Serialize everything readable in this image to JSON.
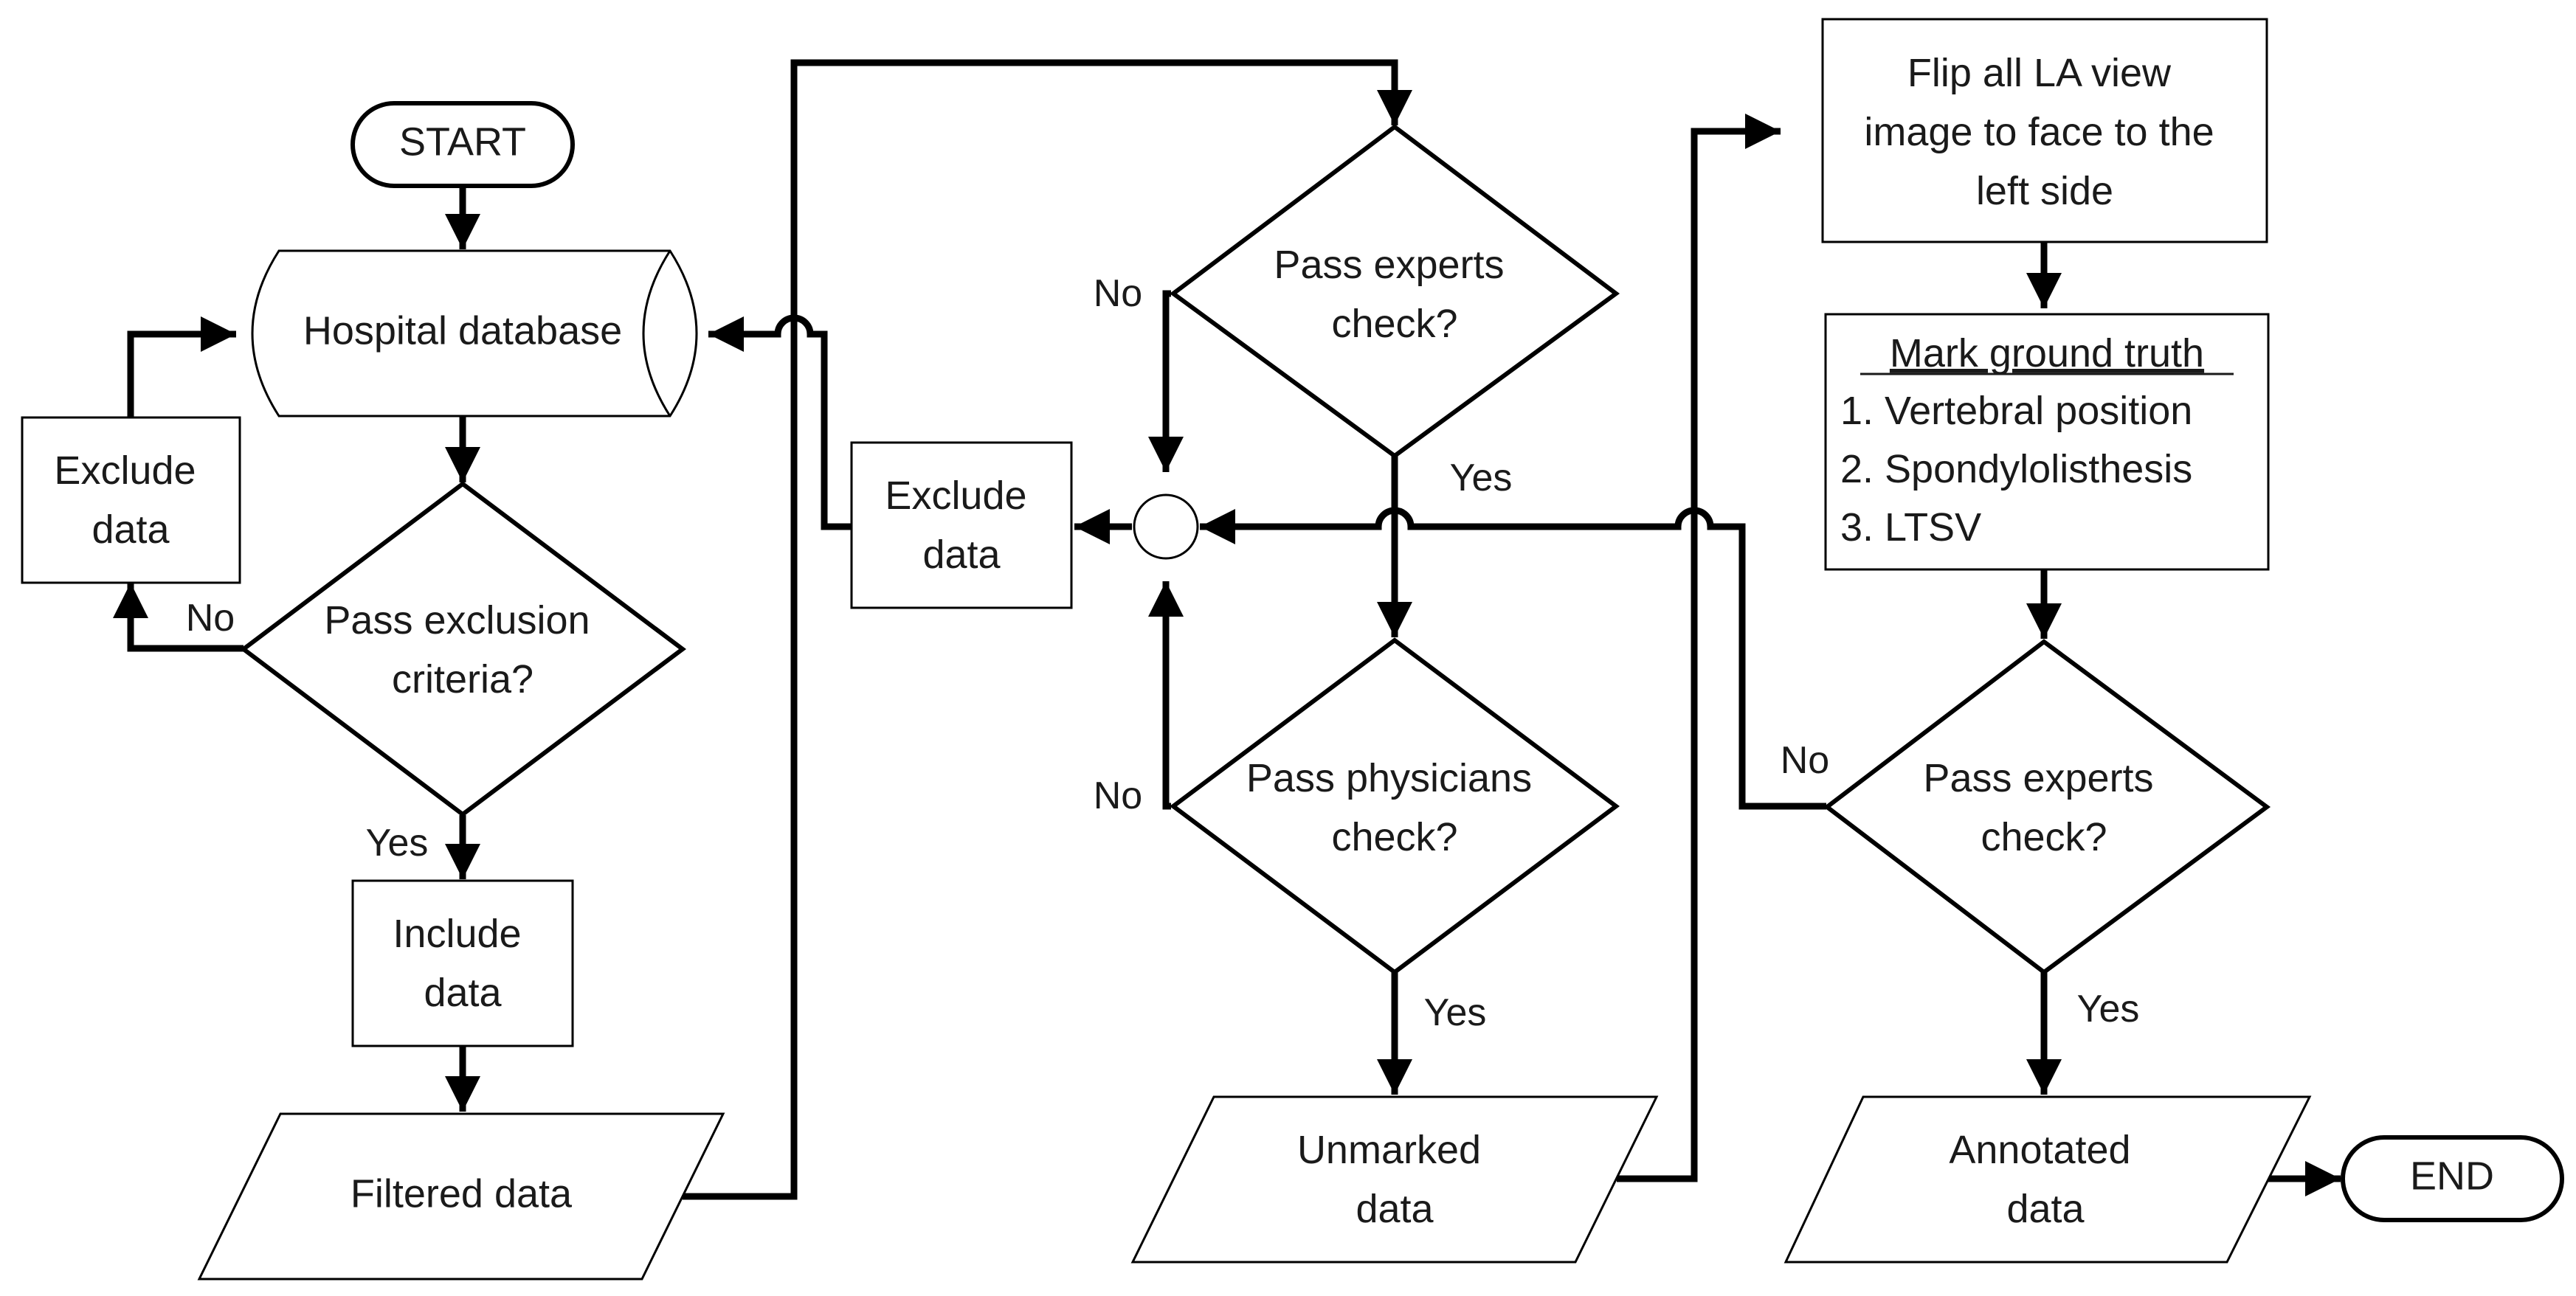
{
  "nodes": {
    "start": "START",
    "hospital_db": "Hospital database",
    "exclude_left": [
      "Exclude",
      "data"
    ],
    "exclusion_decision": [
      "Pass exclusion",
      "criteria?"
    ],
    "include": [
      "Include",
      "data"
    ],
    "filtered": "Filtered data",
    "experts_check_1": [
      "Pass experts",
      "check?"
    ],
    "exclude_middle": [
      "Exclude",
      "data"
    ],
    "physicians_check": [
      "Pass physicians",
      "check?"
    ],
    "unmarked": [
      "Unmarked",
      "data"
    ],
    "flip": [
      "Flip all LA view",
      "image to face to the",
      "left side"
    ],
    "mark_title": "Mark ground truth",
    "mark_items": [
      "1. Vertebral position",
      "2. Spondylolisthesis",
      "3. LTSV"
    ],
    "experts_check_2": [
      "Pass experts",
      "check?"
    ],
    "annotated": [
      "Annotated",
      "data"
    ],
    "end": "END"
  },
  "edge_labels": {
    "exclusion_no": "No",
    "exclusion_yes": "Yes",
    "experts1_no": "No",
    "experts1_yes": "Yes",
    "physicians_no": "No",
    "physicians_yes": "Yes",
    "experts2_no": "No",
    "experts2_yes": "Yes"
  }
}
